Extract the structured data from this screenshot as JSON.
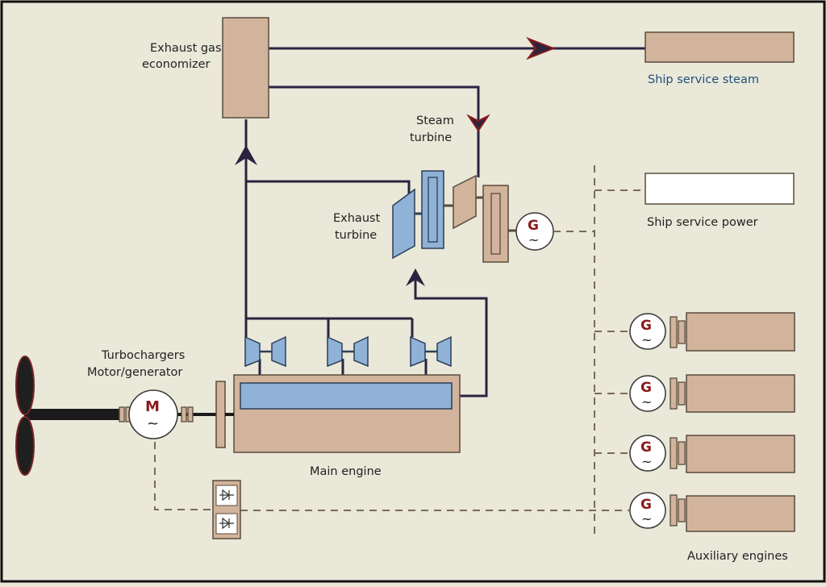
{
  "labels": {
    "economizer_line1": "Exhaust gas",
    "economizer_line2": "economizer",
    "ship_service_steam": "Ship service steam",
    "steam_turbine_line1": "Steam",
    "steam_turbine_line2": "turbine",
    "exhaust_turbine_line1": "Exhaust",
    "exhaust_turbine_line2": "turbine",
    "ship_service_power": "Ship service power",
    "turbochargers_line1": "Turbochargers",
    "turbochargers_line2": "Motor/generator",
    "main_engine": "Main engine",
    "auxiliary_engines": "Auxiliary engines",
    "motor_symbol": "M",
    "generator_symbol": "G",
    "tilde": "~"
  },
  "colors": {
    "background": "#e9e8d9",
    "component_tan": "#d2b49c",
    "component_blue": "#8fb2d6",
    "pipe": "#2b2340",
    "arrow_red": "#8b1a1a",
    "electric_dash": "#7a6a5e",
    "steam_label_blue": "#1f4f7a"
  }
}
